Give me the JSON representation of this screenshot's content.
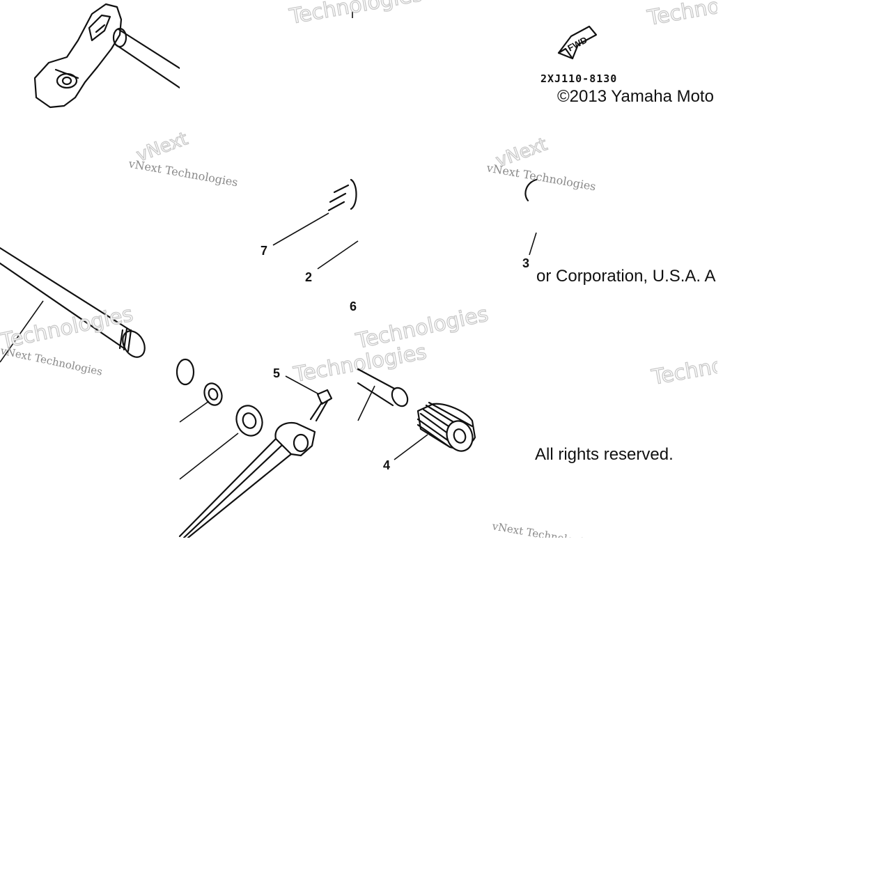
{
  "diagram": {
    "code": "2XJ110-8130",
    "fwd_label": "FWD",
    "copyright_line1": "©2013 Yamaha Moto",
    "copyright_line2": "or Corporation, U.S.A. A",
    "copyright_line3": "All rights reserved.",
    "callouts": [
      "7",
      "2",
      "3",
      "6",
      "5",
      "4"
    ],
    "watermark_small": "vNext Technologies",
    "watermark_big": "Technologies",
    "watermark_mid": "vNext"
  },
  "colors": {
    "ink": "#111111",
    "watermark": "#c9c9c9",
    "background": "#ffffff"
  }
}
